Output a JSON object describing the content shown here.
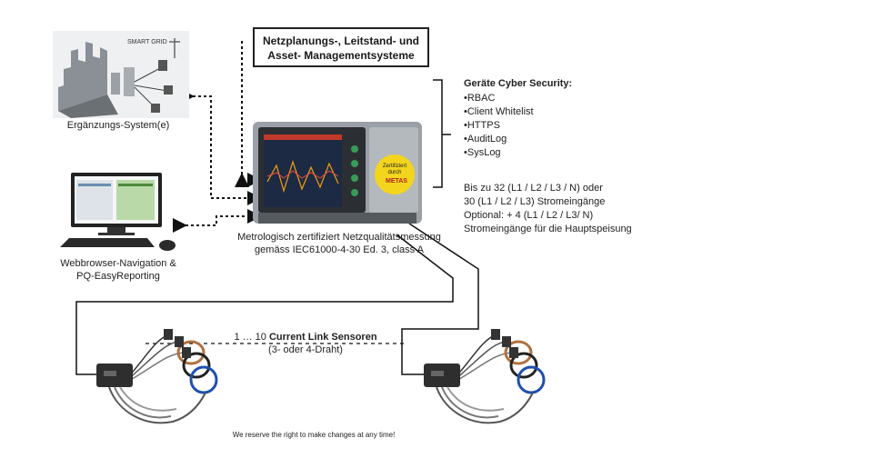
{
  "header_box": {
    "line1": "Netzplanungs-, Leitstand- und",
    "line2": "Asset- Managementsysteme"
  },
  "smart_grid": {
    "label": "SMART GRID",
    "caption": "Ergänzungs-System(e)"
  },
  "workstation": {
    "caption_line1": "Webbrowser-Navigation &",
    "caption_line2": "PQ-EasyReporting"
  },
  "device": {
    "caption_line1": "Metrologisch zertifiziert Netzqualitätsmessung",
    "caption_line2": "gemäss IEC61000-4-30 Ed. 3, class A",
    "badge_line1": "Zertifiziert",
    "badge_line2": "durch",
    "badge_brand": "METAS"
  },
  "cyber_security": {
    "heading": "Geräte Cyber Security:",
    "items": [
      "RBAC",
      "Client Whitelist",
      "HTTPS",
      "AuditLog",
      "SysLog"
    ]
  },
  "inputs_spec": {
    "line1": "Bis zu 32 (L1 / L2 / L3 / N) oder",
    "line2": "30 (L1 / L2 / L3) Stromeingänge",
    "line3": "Optional: + 4 (L1 / L2 / L3/ N)",
    "line4": "Stromeingänge für die Hauptspeisung"
  },
  "sensors": {
    "prefix": "1 … 10 ",
    "bold": "Current Link Sensoren",
    "sub": "(3- oder 4-Draht)"
  },
  "disclaimer": "We reserve the right to make changes at any time!",
  "colors": {
    "line": "#111111",
    "badge_yellow": "#f2d51c",
    "screen_bg": "#1d2a44",
    "device_body": "#9aa0a6"
  }
}
